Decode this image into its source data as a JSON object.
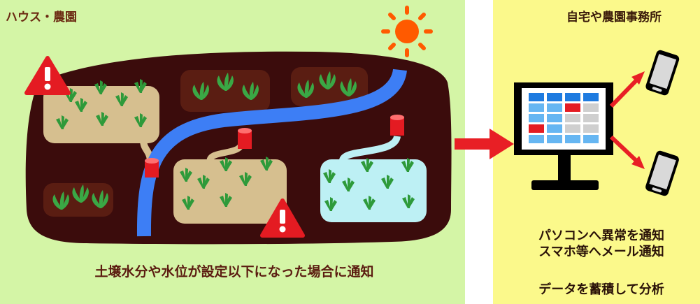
{
  "left_panel": {
    "title": "ハウス・農園",
    "caption": "土壌水分や水位が設定以下になった場合に通知"
  },
  "right_panel": {
    "title": "自宅や農園事務所",
    "notes": [
      "パソコンへ異常を通知",
      "スマホ等へメール通知",
      "データを蓄積して分析"
    ]
  },
  "colors": {
    "left_bg": "#d4f5a6",
    "right_bg": "#fbf98b",
    "soil": "#3b0c0c",
    "sandy_plot": "#d6bf8f",
    "water": "#3d7ef5",
    "wet_plot": "#bdf0f4",
    "sensor": "#e41b22",
    "plant": "#2e9a3a",
    "arrow": "#e81f25",
    "sun": "#ff5a00"
  },
  "icons": [
    "sun-icon",
    "warning-icon",
    "sensor-icon",
    "monitor-icon",
    "smartphone-icon",
    "arrow-icon",
    "plant-icon"
  ]
}
